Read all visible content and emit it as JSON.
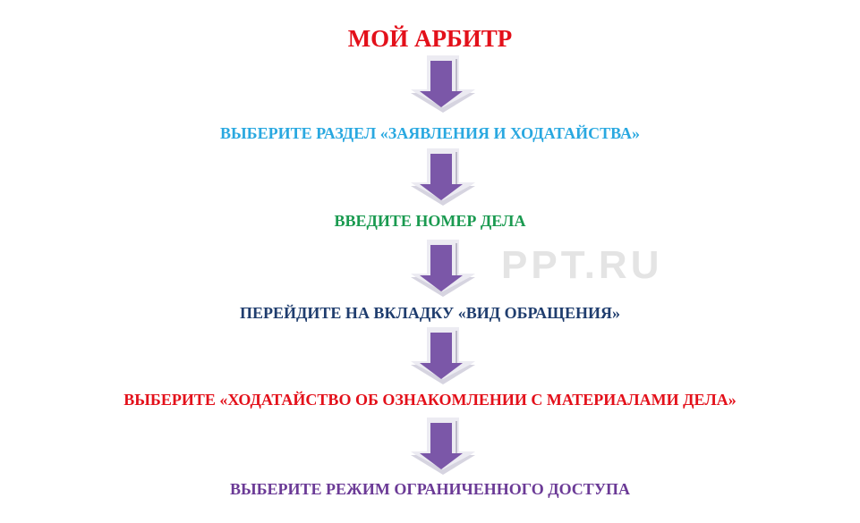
{
  "title": "МОЙ АРБИТР",
  "watermark": "PPT.RU",
  "steps": [
    {
      "text": "ВЫБЕРИТЕ РАЗДЕЛ «ЗАЯВЛЕНИЯ И ХОДАТАЙСТВА»",
      "color": "#29a8e0"
    },
    {
      "text": "ВВЕДИТЕ НОМЕР ДЕЛА",
      "color": "#1a9a50"
    },
    {
      "text": "ПЕРЕЙДИТЕ НА ВКЛАДКУ  «ВИД ОБРАЩЕНИЯ»",
      "color": "#1f3d6e"
    },
    {
      "text": "ВЫБЕРИТЕ «ХОДАТАЙСТВО ОБ ОЗНАКОМЛЕНИИ С МАТЕРИАЛАМИ ДЕЛА»",
      "color": "#e3101a"
    },
    {
      "text": "ВЫБЕРИТЕ РЕЖИМ ОГРАНИЧЕННОГО ДОСТУПА",
      "color": "#6b3a96"
    }
  ],
  "colors": {
    "title": "#e3101a",
    "arrow": "#7b57a8"
  }
}
